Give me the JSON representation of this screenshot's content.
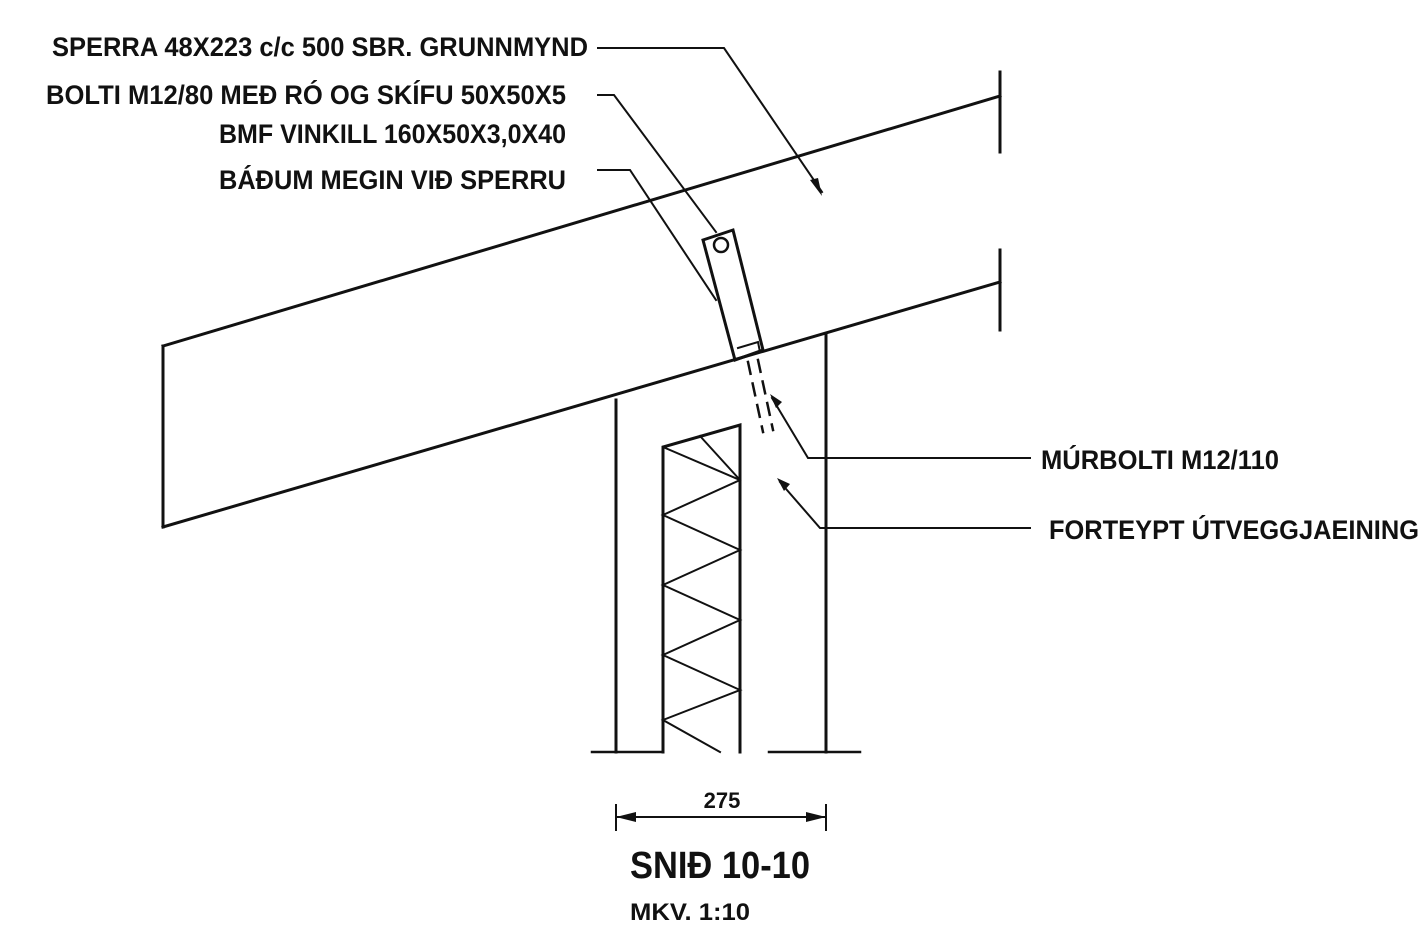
{
  "labels": {
    "rafter": "SPERRA 48X223 c/c 500 SBR. GRUNNMYND",
    "bolt": "BOLTI M12/80 MEÐ RÓ OG SKÍFU 50X50X5",
    "bracket_line1": "BMF VINKILL 160X50X3,0X40",
    "bracket_line2": "BÁÐUM MEGIN VIÐ SPERRU",
    "masonry_bolt": "MÚRBOLTI M12/110",
    "wall_unit": "FORTEYPT ÚTVEGGJAEINING"
  },
  "dimension": {
    "value": "275"
  },
  "title": {
    "main": "SNIÐ 10-10",
    "scale": "MKV. 1:10"
  },
  "colors": {
    "ink": "#111111",
    "paper": "#ffffff"
  }
}
